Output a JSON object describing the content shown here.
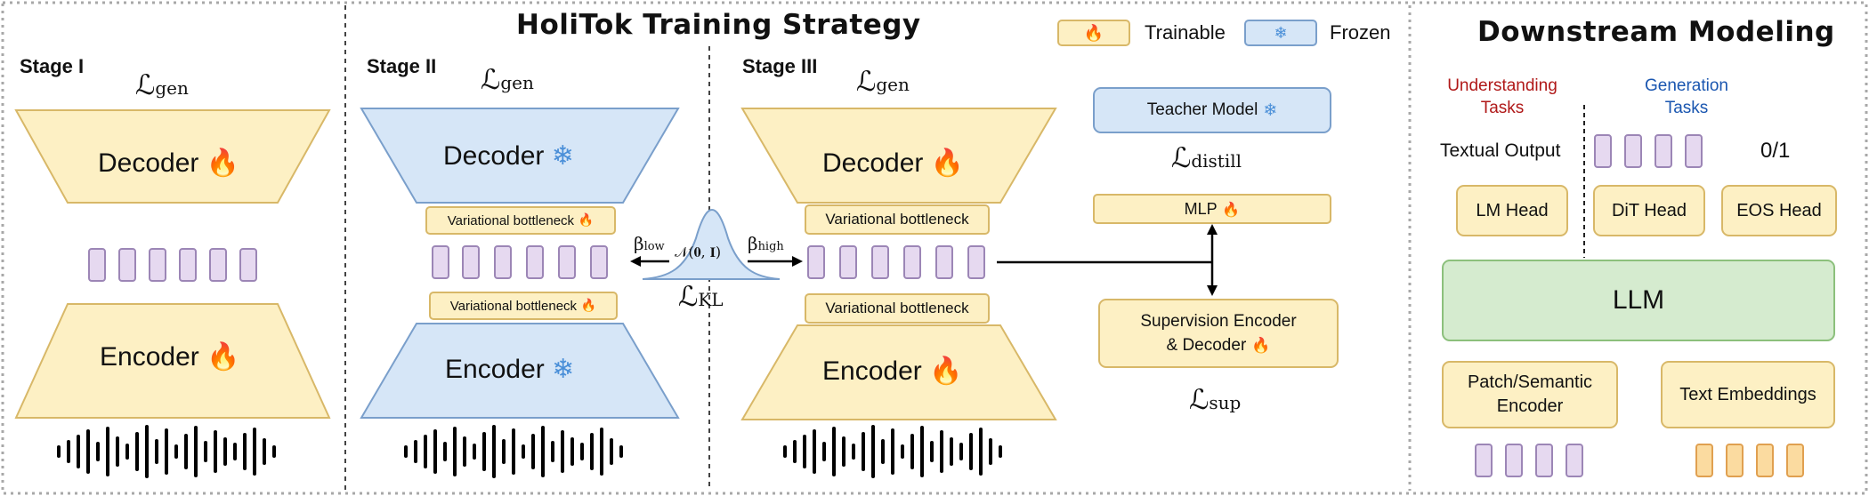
{
  "title": "HoliTok Training Strategy",
  "downstream_title": "Downstream Modeling",
  "legend": {
    "trainable": "Trainable",
    "frozen": "Frozen"
  },
  "colors": {
    "trainable": "#fdf0c4",
    "frozen": "#d6e6f7",
    "llm": "#d5ebcf",
    "token": "#e6d9f0",
    "text_token": "#fbdba0",
    "understanding": "#b01818",
    "generation": "#1a56b0"
  },
  "icons": {
    "trainable": "fire-icon",
    "frozen": "snowflake-icon"
  },
  "stage1": {
    "label": "Stage I",
    "loss_main": "ℒ",
    "loss_sub": "gen",
    "decoder": "Decoder",
    "encoder": "Encoder"
  },
  "stage2": {
    "label": "Stage II",
    "loss_main": "ℒ",
    "loss_sub": "gen",
    "decoder": "Decoder",
    "encoder": "Encoder",
    "bottleneck_top": "Variational bottleneck",
    "bottleneck_bottom": "Variational bottleneck"
  },
  "kl": {
    "dist": "𝒩(𝟎, 𝐈)",
    "beta_low_main": "β",
    "beta_low_sub": "low",
    "beta_high_main": "β",
    "beta_high_sub": "high",
    "loss_main": "ℒ",
    "loss_sub": "KL"
  },
  "stage3": {
    "label": "Stage III",
    "loss_main": "ℒ",
    "loss_sub": "gen",
    "decoder": "Decoder",
    "encoder": "Encoder",
    "bottleneck_top": "Variational bottleneck",
    "bottleneck_bottom": "Variational bottleneck",
    "teacher": "Teacher Model",
    "distill_main": "ℒ",
    "distill_sub": "distill",
    "mlp": "MLP",
    "supervision_line1": "Supervision Encoder",
    "supervision_line2": "& Decoder",
    "sup_main": "ℒ",
    "sup_sub": "sup"
  },
  "downstream": {
    "understanding_line1": "Understanding",
    "understanding_line2": "Tasks",
    "generation_line1": "Generation",
    "generation_line2": "Tasks",
    "textual_output": "Textual Output",
    "binary": "0/1",
    "lm_head": "LM Head",
    "dit_head": "DiT Head",
    "eos_head": "EOS Head",
    "llm": "LLM",
    "patch_line1": "Patch/Semantic",
    "patch_line2": "Encoder",
    "text_embeddings": "Text Embeddings"
  }
}
